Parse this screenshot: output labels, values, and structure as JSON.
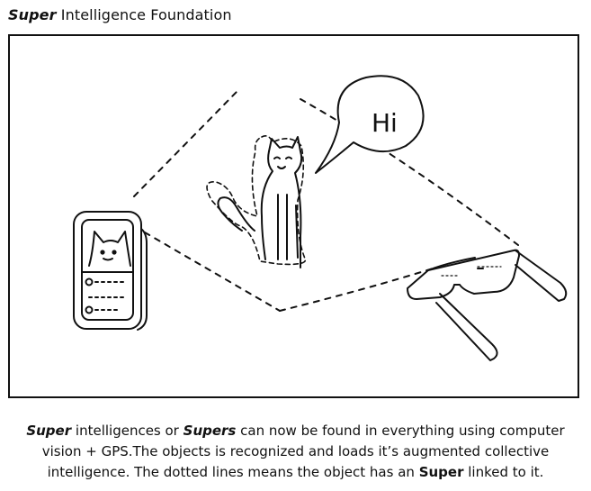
{
  "header": {
    "brand": "Super",
    "title": "Intelligence Foundation"
  },
  "illustration": {
    "speech_bubble_text": "Hi"
  },
  "caption": {
    "line1_brand": "Super",
    "line1_text_a": "intelligences or",
    "line1_brand2": "Supers",
    "line1_text_b": "can now be found in everything using computer",
    "line2": "vision + GPS.The objects is recognized and loads it’s augmented collective",
    "line3_text": "intelligence. The dotted lines means the object has an",
    "line3_brand": "Super",
    "line3_end": "linked to it."
  }
}
